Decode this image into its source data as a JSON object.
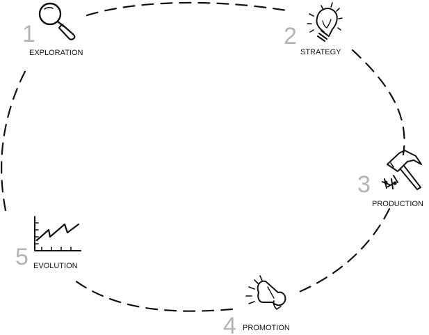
{
  "stages": [
    {
      "number": "1",
      "label": "EXPLORATION",
      "icon": "magnifier-icon"
    },
    {
      "number": "2",
      "label": "STRATEGY",
      "icon": "lightbulb-icon"
    },
    {
      "number": "3",
      "label": "PRODUCTION",
      "icon": "hammer-nails-icon"
    },
    {
      "number": "4",
      "label": "PROMOTION",
      "icon": "megaphone-icon"
    },
    {
      "number": "5",
      "label": "EVOLUTION",
      "icon": "growth-chart-icon"
    }
  ],
  "colors": {
    "number": "#b4b4b4",
    "ink": "#111111"
  }
}
